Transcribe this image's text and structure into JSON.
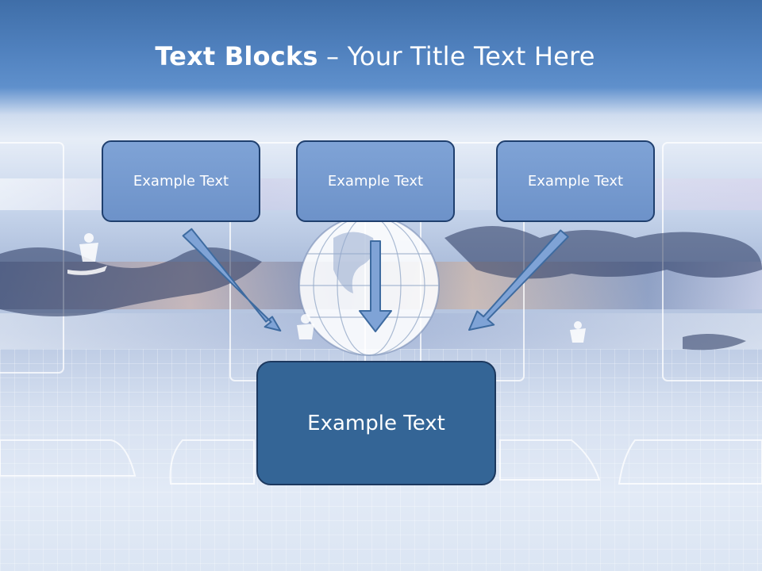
{
  "slide": {
    "title_bold": "Text Blocks",
    "title_dash": " – ",
    "title_rest": "Your Title Text Here"
  },
  "blocks": {
    "left": "Example Text",
    "center": "Example Text",
    "right": "Example Text",
    "target": "Example Text"
  },
  "colors": {
    "small_box_fill": "#7ba0d4",
    "small_box_border": "#1f3f6e",
    "target_box_fill": "#346596",
    "arrow_fill": "#7fa3d6",
    "arrow_stroke": "#3e6ba0"
  }
}
